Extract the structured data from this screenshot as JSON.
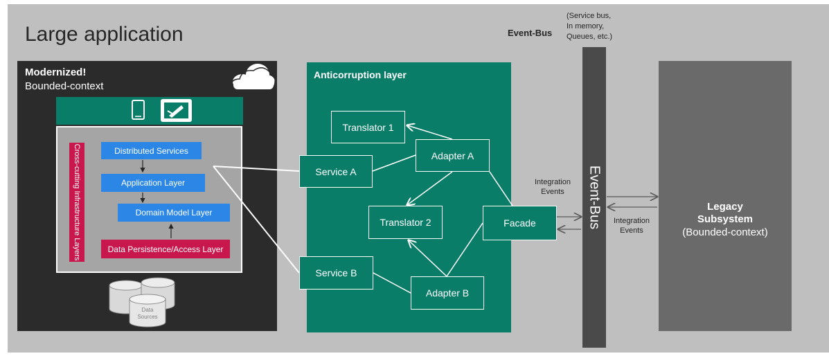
{
  "title": "Large application",
  "modernized": {
    "title": "Modernized!",
    "subtitle": "Bounded-context",
    "devices": [
      "phone-icon",
      "tablet-icon"
    ],
    "cloud_icon": "cloud-icon",
    "cross_cutting": "Cross-cutting Infrastructure Layers",
    "layers": {
      "distributed": "Distributed Services",
      "application": "Application Layer",
      "domain": "Domain Model Layer",
      "persistence": "Data Persistence/Access  Layer"
    },
    "data_sources": "Data Sources"
  },
  "acl": {
    "title": "Anticorruption layer",
    "nodes": {
      "translator1": "Translator 1",
      "adapterA": "Adapter  A",
      "serviceA": "Service A",
      "translator2": "Translator 2",
      "facade": "Facade",
      "serviceB": "Service B",
      "adapterB": "Adapter  B"
    }
  },
  "event_bus": {
    "label": "Event-Bus",
    "note_line1": "(Service bus,",
    "note_line2": "In memory,",
    "note_line3": "Queues, etc.)",
    "bar_text": "Event-Bus"
  },
  "integration_events_left": "Integration Events",
  "integration_events_right": "Integration Events",
  "legacy": {
    "title_line1": "Legacy",
    "title_line2": "Subsystem",
    "subtitle": "(Bounded-context)"
  },
  "colors": {
    "background": "#bfbfbf",
    "modernized": "#2b2b2b",
    "teal": "#0a7d68",
    "blue": "#2b86e6",
    "crimson": "#c8174d",
    "event_bus": "#4a4a4a",
    "legacy": "#6a6a6a"
  }
}
